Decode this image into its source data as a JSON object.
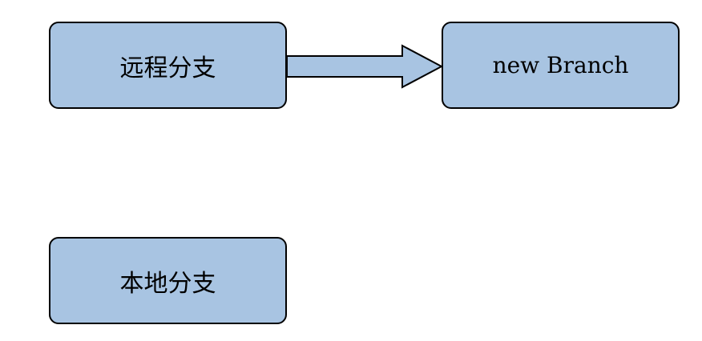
{
  "diagram": {
    "nodes": {
      "remote_branch": {
        "label": "远程分支"
      },
      "new_branch": {
        "label": "new Branch"
      },
      "local_branch": {
        "label": "本地分支"
      }
    },
    "edges": [
      {
        "from": "remote_branch",
        "to": "new_branch",
        "style": "block-arrow"
      }
    ],
    "colors": {
      "node_fill": "#a8c4e2",
      "node_border": "#000000",
      "arrow_fill": "#a8c4e2"
    }
  }
}
